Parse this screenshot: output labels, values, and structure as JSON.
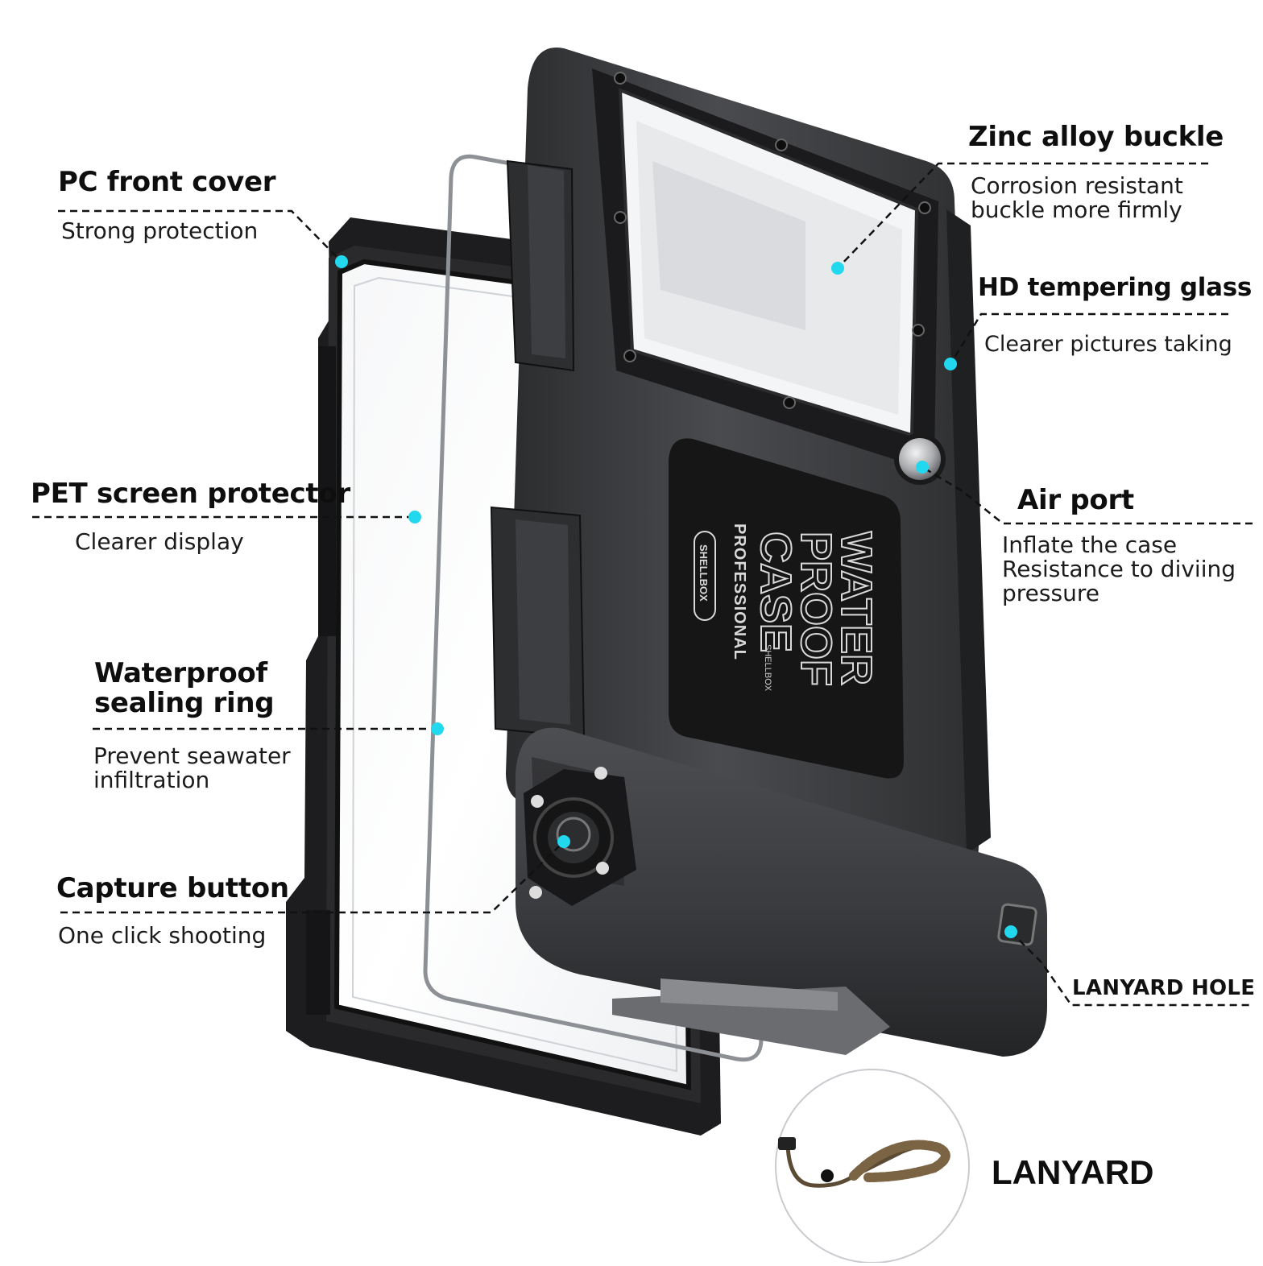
{
  "callouts": {
    "pc_front_cover": {
      "title": "PC front cover",
      "desc": [
        "Strong protection"
      ]
    },
    "pet_screen_protector": {
      "title": "PET screen protector",
      "desc": [
        "Clearer display"
      ]
    },
    "waterproof_sealing_ring": {
      "title": [
        "Waterproof",
        "sealing ring"
      ],
      "desc": [
        "Prevent seawater",
        "infiltration"
      ]
    },
    "capture_button": {
      "title": "Capture button",
      "desc": [
        "One click shooting"
      ]
    },
    "zinc_alloy_buckle": {
      "title": "Zinc alloy buckle",
      "desc": [
        "Corrosion resistant",
        "buckle more firmly"
      ]
    },
    "hd_tempering_glass": {
      "title": "HD tempering glass",
      "desc": [
        "Clearer pictures taking"
      ]
    },
    "air_port": {
      "title": "Air port",
      "desc": [
        "Inflate the case",
        "Resistance to diviing",
        "pressure"
      ]
    },
    "lanyard_hole": {
      "title": "LANYARD HOLE"
    }
  },
  "lanyard": {
    "label": "LANYARD"
  },
  "case_print": {
    "headline": [
      "WATER",
      "PROOF",
      "CASE"
    ],
    "subline": "PROFESSIONAL",
    "brand": "SHELLBOX",
    "brand_small": "SHELLBOX"
  },
  "colors": {
    "marker": "#22d8ee",
    "case_body": "#3a3b3d",
    "case_dark": "#1c1c1e",
    "frame": "#232325",
    "leader": "#111111"
  }
}
